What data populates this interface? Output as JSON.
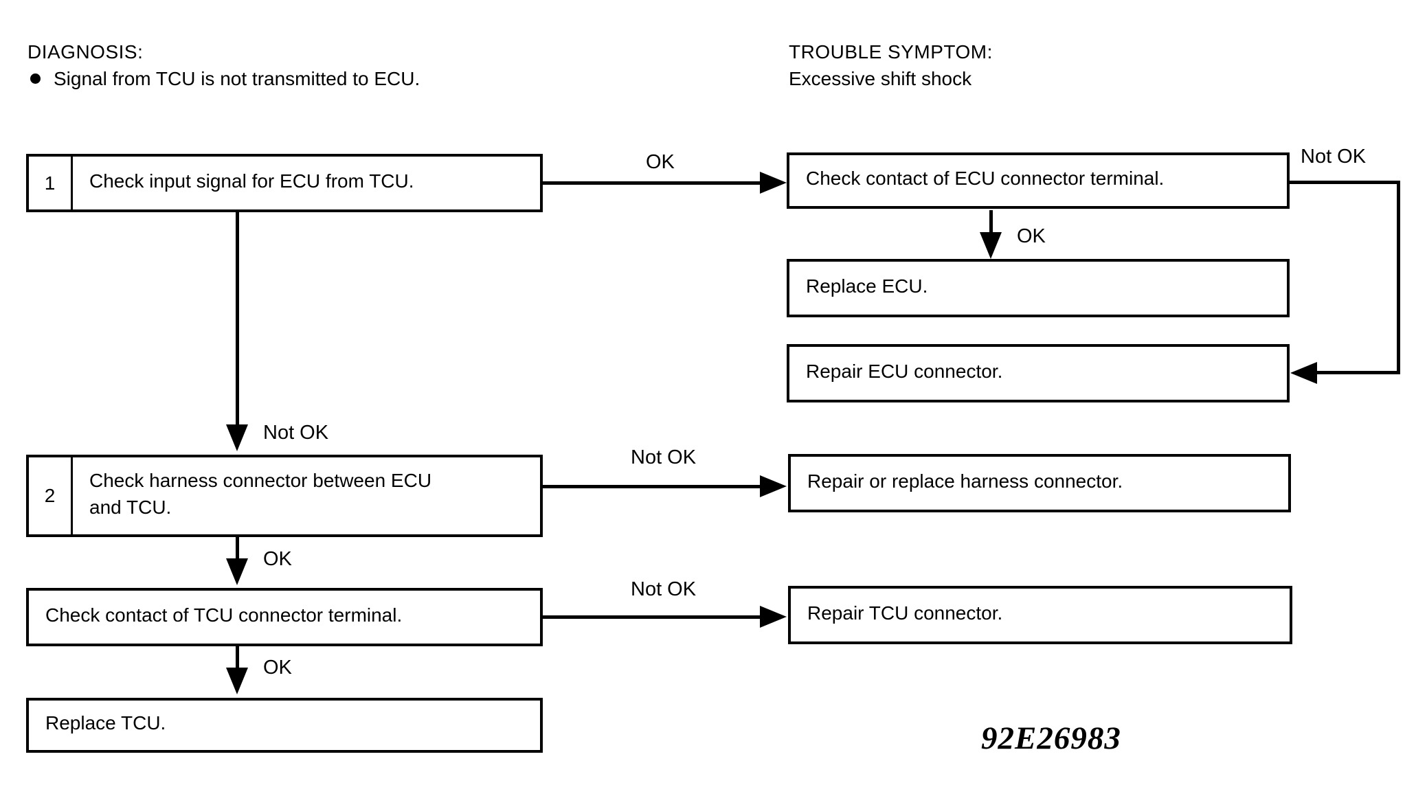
{
  "header": {
    "diagnosis_title": "DIAGNOSIS:",
    "diagnosis_text": "Signal from TCU is not transmitted to ECU.",
    "symptom_title": "TROUBLE SYMPTOM:",
    "symptom_text": "Excessive shift shock"
  },
  "nodes": {
    "check_input_signal": {
      "number": "1",
      "text": "Check input signal for ECU from TCU."
    },
    "check_ecu_connector_contact": {
      "text": "Check contact of ECU connector terminal."
    },
    "replace_ecu": {
      "text": "Replace ECU."
    },
    "repair_ecu_connector": {
      "text": "Repair ECU connector."
    },
    "check_harness_connector": {
      "number": "2",
      "text": "Check harness connector between ECU and TCU."
    },
    "repair_replace_harness": {
      "text": "Repair or replace harness connector."
    },
    "check_tcu_connector_contact": {
      "text": "Check contact of TCU connector terminal."
    },
    "repair_tcu_connector": {
      "text": "Repair TCU connector."
    },
    "replace_tcu": {
      "text": "Replace TCU."
    }
  },
  "edge_labels": {
    "step1_to_ecu_check": "OK",
    "ecu_check_to_repair_connector": "Not OK",
    "ecu_check_to_replace_ecu": "OK",
    "step1_to_step2": "Not OK",
    "step2_to_repair_harness": "Not OK",
    "step2_to_tcu_check": "OK",
    "tcu_check_to_repair_connector": "Not OK",
    "tcu_check_to_replace_tcu": "OK"
  },
  "figure_code": "92E26983",
  "colors": {
    "ink": "#000000",
    "background": "#ffffff"
  }
}
